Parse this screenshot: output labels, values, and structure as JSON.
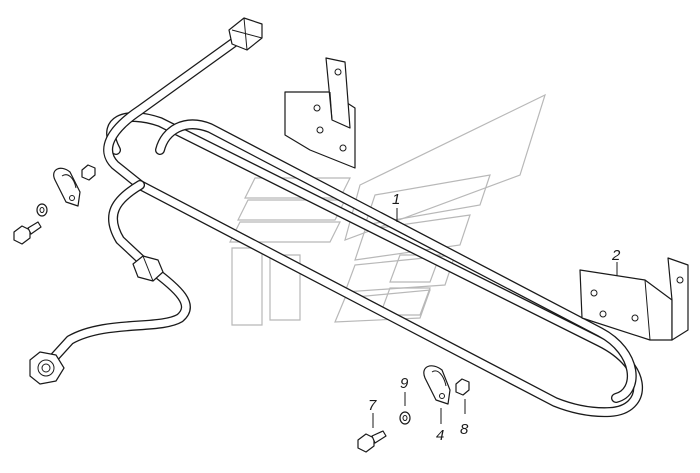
{
  "diagram": {
    "callouts": [
      {
        "id": "c1",
        "text": "1"
      },
      {
        "id": "c2",
        "text": "2"
      },
      {
        "id": "c4",
        "text": "4"
      },
      {
        "id": "c7",
        "text": "7"
      },
      {
        "id": "c8",
        "text": "8"
      },
      {
        "id": "c9",
        "text": "9"
      }
    ],
    "colors": {
      "line": "#1a1a1a",
      "watermark": "#b8b8b8",
      "background": "#ffffff"
    }
  }
}
